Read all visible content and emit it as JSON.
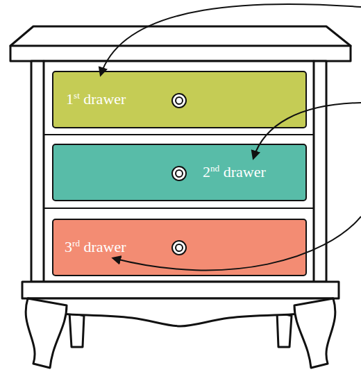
{
  "diagram": {
    "nodes": [
      {
        "text": [
          "1st drawer"
        ]
      },
      {
        "text": [
          "2nd drawer"
        ]
      },
      {
        "text": [
          "3rd drawer"
        ]
      }
    ]
  }
}
